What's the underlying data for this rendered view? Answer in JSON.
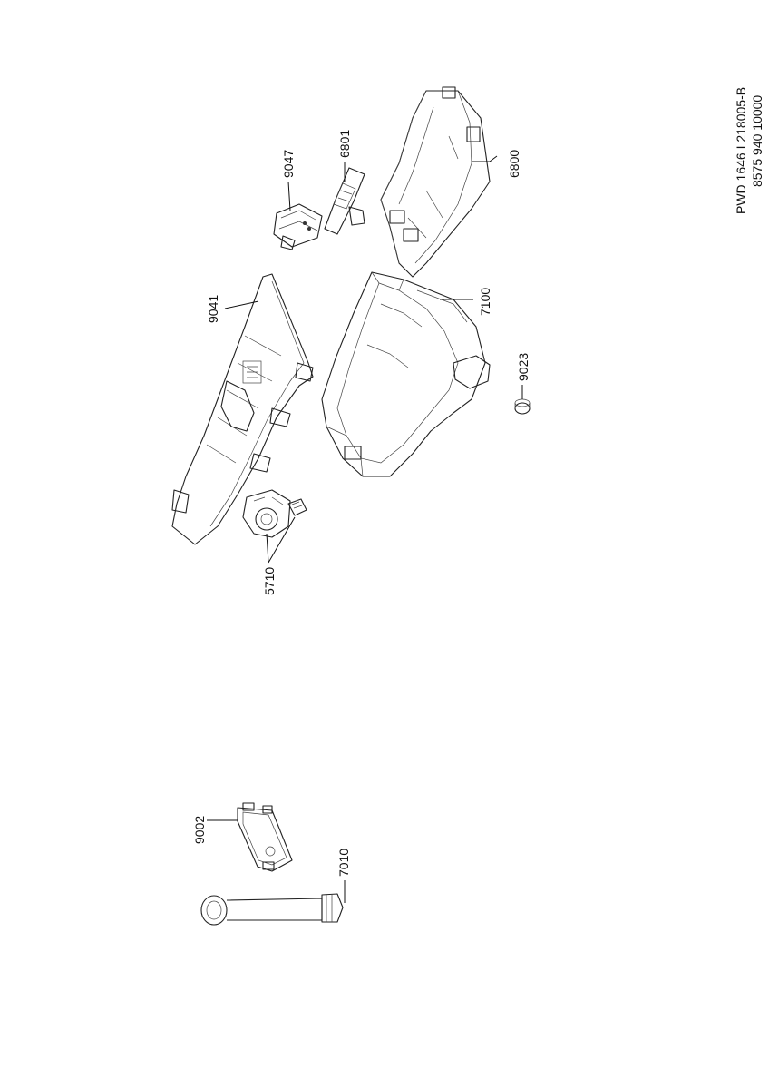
{
  "header": {
    "line1": "PWD 1646     I     218005-B",
    "line2": "8575 940 10000"
  },
  "parts": [
    {
      "id": "9047",
      "label": "9047"
    },
    {
      "id": "6801",
      "label": "6801"
    },
    {
      "id": "6800",
      "label": "6800"
    },
    {
      "id": "9041",
      "label": "9041"
    },
    {
      "id": "7100",
      "label": "7100"
    },
    {
      "id": "9023",
      "label": "9023"
    },
    {
      "id": "5710",
      "label": "5710"
    },
    {
      "id": "9002",
      "label": "9002"
    },
    {
      "id": "7010",
      "label": "7010"
    }
  ]
}
